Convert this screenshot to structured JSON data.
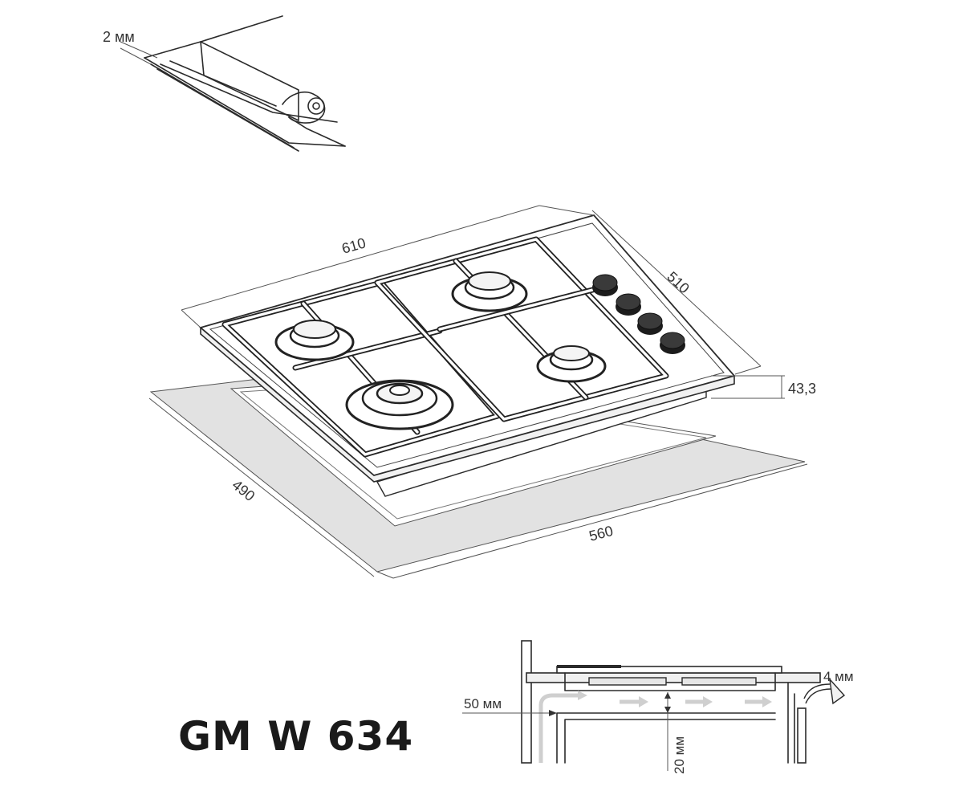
{
  "model": "GM W 634",
  "dimensions": {
    "seal_thickness": "2 мм",
    "hob_width": "610",
    "hob_depth": "510",
    "hob_height": "43,3",
    "cutout_depth": "490",
    "cutout_width": "560",
    "side_gap": "50 мм",
    "bottom_gap": "20 мм",
    "vent_gap": "4 мм"
  },
  "colors": {
    "line": "#2b2b2b",
    "cutout_fill": "#e2e2e2",
    "airflow_arrow": "#cfcfcf",
    "knob": "#1c1c1c"
  }
}
